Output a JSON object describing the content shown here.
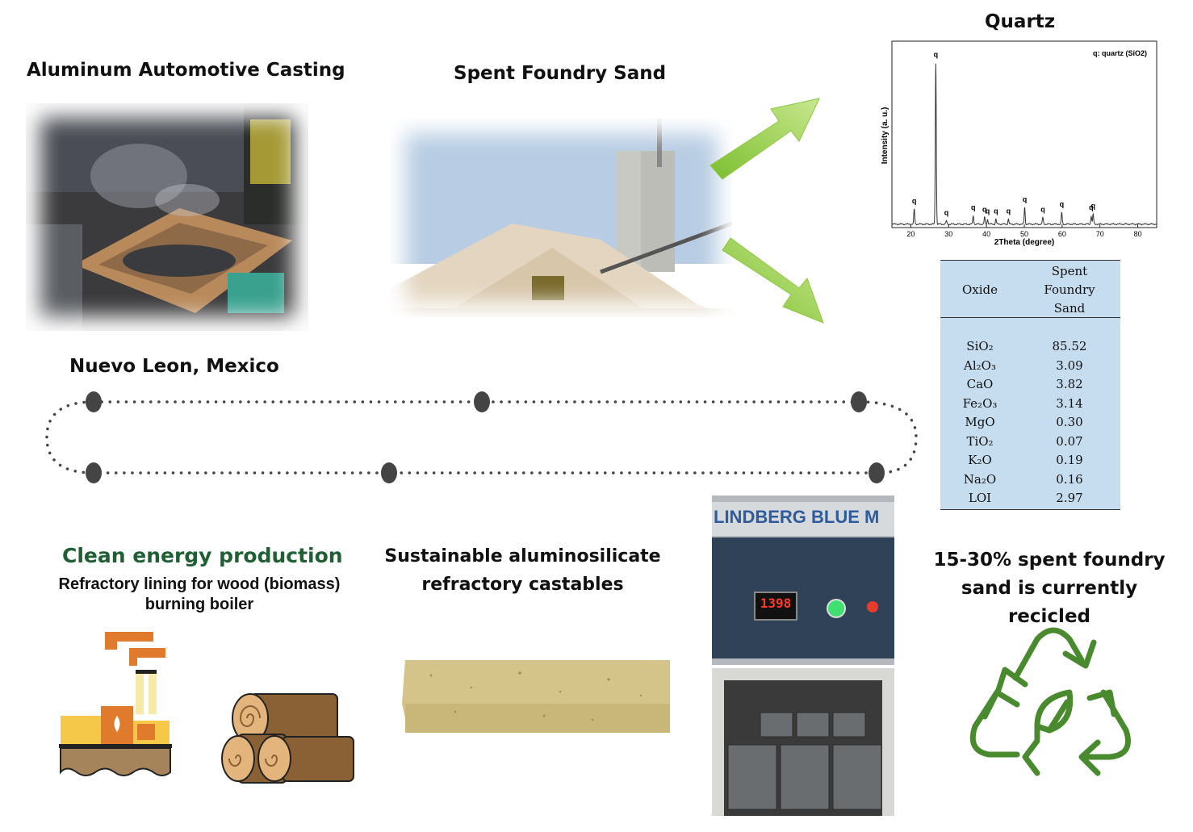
{
  "headings": {
    "casting": "Aluminum Automotive Casting",
    "sand": "Spent Foundry Sand",
    "quartz": "Quartz",
    "location": "Nuevo Leon, Mexico",
    "clean_energy": "Clean energy production",
    "refractory_lining_line1": "Refractory lining for wood (biomass)",
    "refractory_lining_line2": "burning boiler",
    "castables_line1": "Sustainable aluminosilicate",
    "castables_line2": "refractory castables",
    "recycled_line1": "15-30% spent foundry",
    "recycled_line2": "sand is currently recicled"
  },
  "furnace": {
    "brand": "LINDBERG BLUE M",
    "display": "1398"
  },
  "colors": {
    "arrow_green": "#8cc63f",
    "recycle_green": "#4a8a2e",
    "table_bg": "#c6dcef"
  },
  "chart_data": {
    "type": "line",
    "title": "",
    "xlabel": "2Theta (degree)",
    "ylabel": "Intensity (a. u.)",
    "legend": "q: quartz (SiO2)",
    "xlim": [
      15,
      85
    ],
    "xticks": [
      20,
      30,
      40,
      50,
      60,
      70,
      80
    ],
    "peaks": [
      {
        "x": 20.9,
        "y": 0.09,
        "label": "q"
      },
      {
        "x": 26.6,
        "y": 0.97,
        "label": "q"
      },
      {
        "x": 29.4,
        "y": 0.02,
        "label": "q"
      },
      {
        "x": 36.5,
        "y": 0.05,
        "label": "q"
      },
      {
        "x": 39.5,
        "y": 0.04,
        "label": "q"
      },
      {
        "x": 40.3,
        "y": 0.03,
        "label": "q"
      },
      {
        "x": 42.5,
        "y": 0.03,
        "label": "q"
      },
      {
        "x": 45.8,
        "y": 0.03,
        "label": "q"
      },
      {
        "x": 50.1,
        "y": 0.1,
        "label": "q"
      },
      {
        "x": 54.9,
        "y": 0.04,
        "label": "q"
      },
      {
        "x": 59.9,
        "y": 0.07,
        "label": "q"
      },
      {
        "x": 67.7,
        "y": 0.05,
        "label": "q"
      },
      {
        "x": 68.2,
        "y": 0.06,
        "label": "q"
      }
    ]
  },
  "oxide_table": {
    "header_oxide": "Oxide",
    "header_value_line1": "Spent",
    "header_value_line2": "Foundry",
    "header_value_line3": "Sand",
    "rows": [
      {
        "oxide": "SiO₂",
        "value": "85.52"
      },
      {
        "oxide": "Al₂O₃",
        "value": "3.09"
      },
      {
        "oxide": "CaO",
        "value": "3.82"
      },
      {
        "oxide": "Fe₂O₃",
        "value": "3.14"
      },
      {
        "oxide": "MgO",
        "value": "0.30"
      },
      {
        "oxide": "TiO₂",
        "value": "0.07"
      },
      {
        "oxide": "K₂O",
        "value": "0.19"
      },
      {
        "oxide": "Na₂O",
        "value": "0.16"
      },
      {
        "oxide": "LOI",
        "value": "2.97"
      }
    ]
  }
}
